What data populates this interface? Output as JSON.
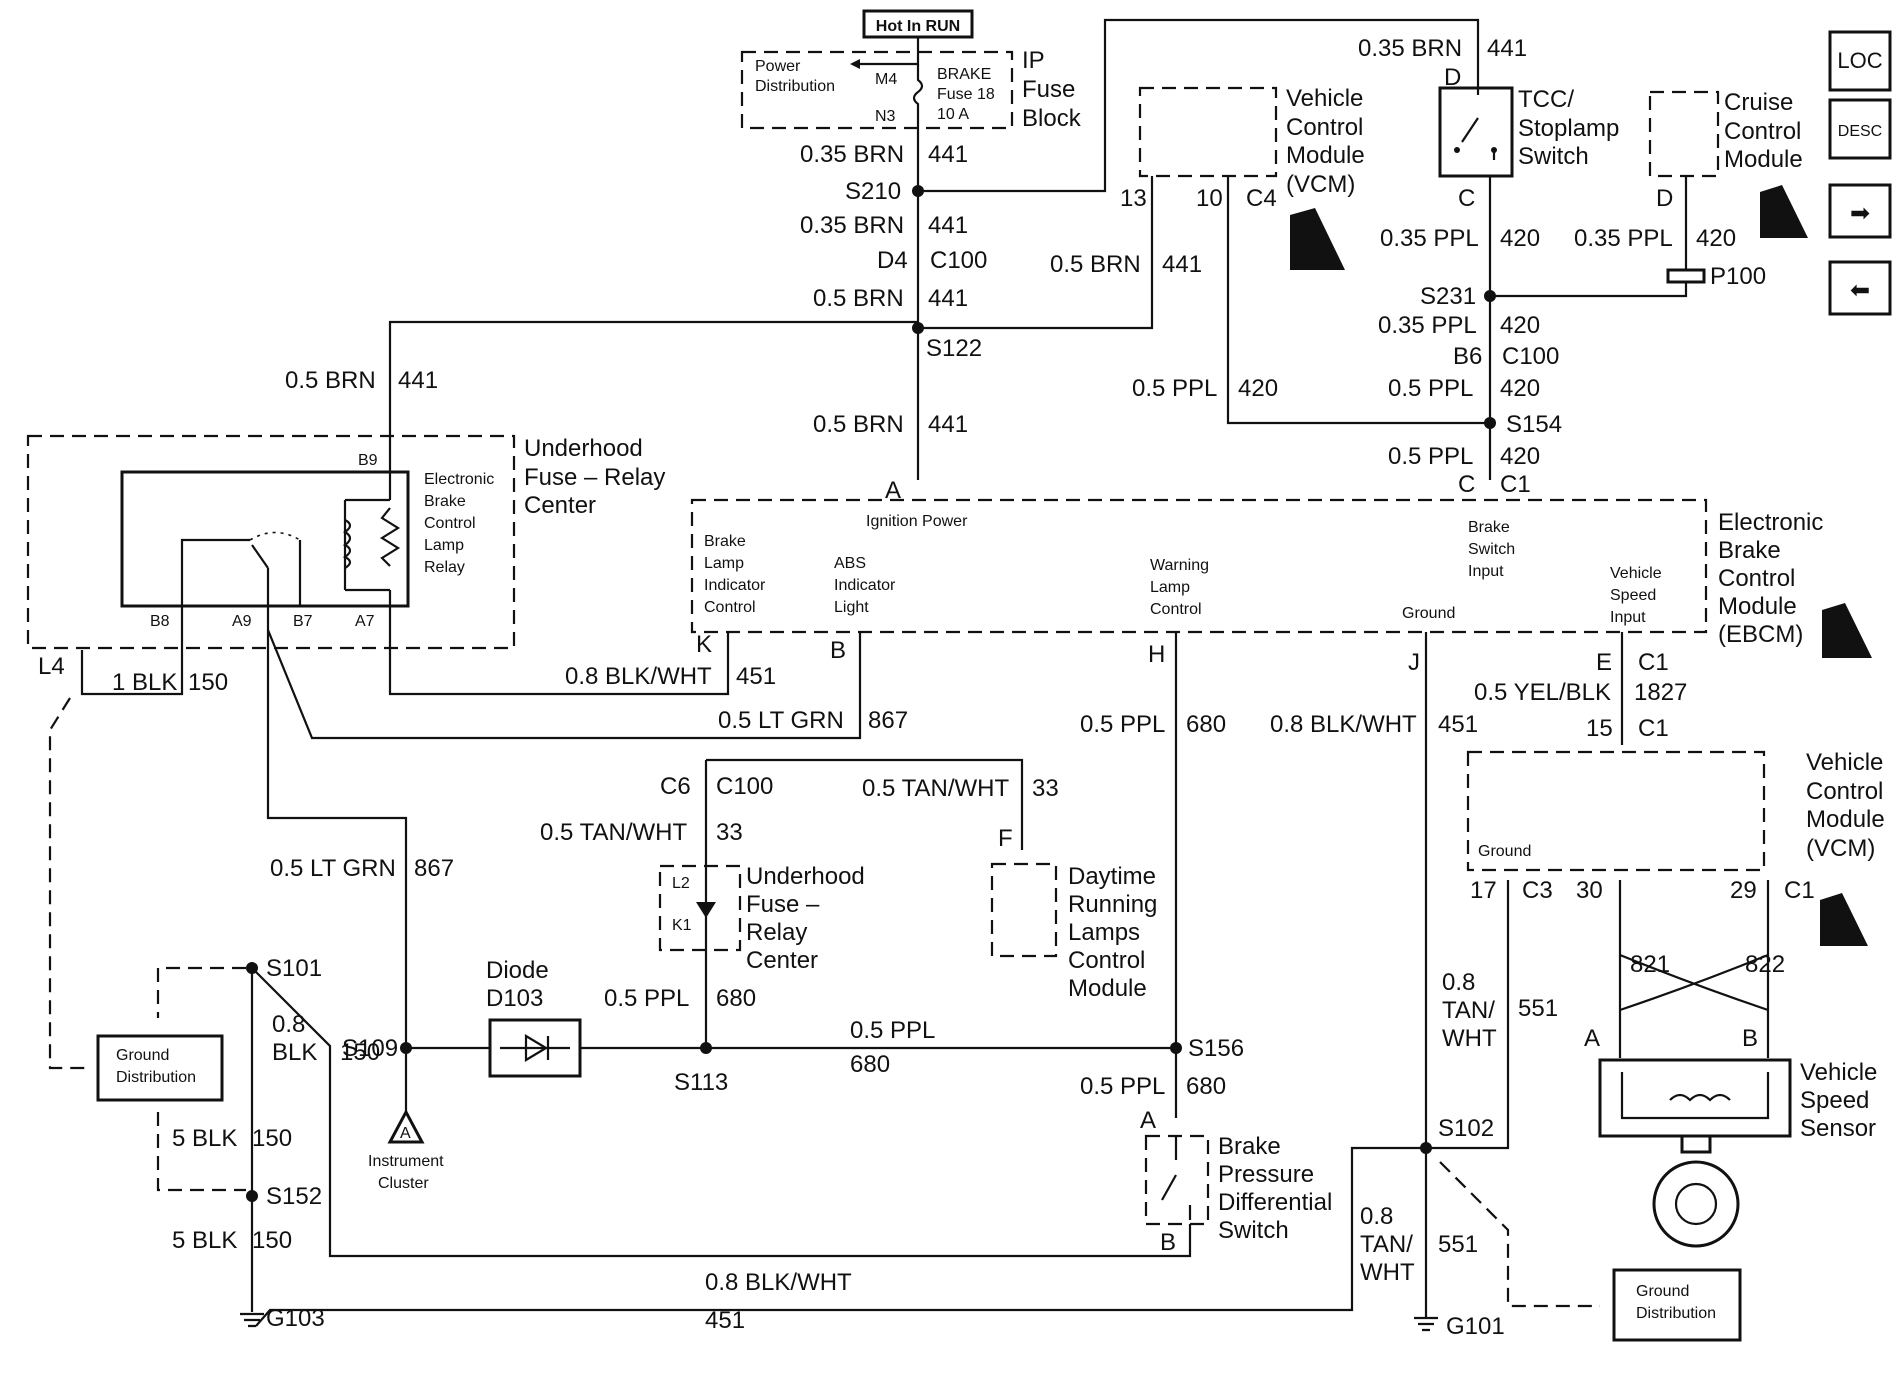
{
  "header": {
    "hot_in_run": "Hot In RUN"
  },
  "nav_icons": [
    {
      "name": "loc-icon",
      "label": "LOC"
    },
    {
      "name": "desc-icon",
      "label": "DESC"
    },
    {
      "name": "next-arrow-icon",
      "label": "➡"
    },
    {
      "name": "prev-arrow-icon",
      "label": "⬅"
    }
  ],
  "components": {
    "ip_fuse_block": [
      "IP",
      "Fuse",
      "Block"
    ],
    "power_distribution": [
      "Power",
      "Distribution"
    ],
    "brake_fuse": [
      "BRAKE",
      "Fuse 18",
      "10 A"
    ],
    "vcm_top": [
      "Vehicle",
      "Control",
      "Module",
      "(VCM)"
    ],
    "tcc_switch": [
      "TCC/",
      "Stoplamp",
      "Switch"
    ],
    "cruise_module": [
      "Cruise",
      "Control",
      "Module"
    ],
    "underhood_relay_center": [
      "Underhood",
      "Fuse – Relay",
      "Center"
    ],
    "ebcm_relay": [
      "Electronic",
      "Brake",
      "Control",
      "Lamp",
      "Relay"
    ],
    "ebcm": [
      "Electronic",
      "Brake",
      "Control",
      "Module",
      "(EBCM)"
    ],
    "ebcm_inputs": {
      "brake_lamp": [
        "Brake",
        "Lamp",
        "Indicator",
        "Control"
      ],
      "abs": [
        "ABS",
        "Indicator",
        "Light"
      ],
      "ignition": "Ignition Power",
      "warning": [
        "Warning",
        "Lamp",
        "Control"
      ],
      "ground": "Ground",
      "brake_switch": [
        "Brake",
        "Switch",
        "Input"
      ],
      "vss": [
        "Vehicle",
        "Speed",
        "Input"
      ]
    },
    "underhood_center_2": [
      "Underhood",
      "Fuse –",
      "Relay",
      "Center"
    ],
    "drl_module": [
      "Daytime",
      "Running",
      "Lamps",
      "Control",
      "Module"
    ],
    "vcm_bottom": [
      "Vehicle",
      "Control",
      "Module",
      "(VCM)"
    ],
    "vcm_ground": "Ground",
    "diode": [
      "Diode",
      "D103"
    ],
    "instrument_cluster": [
      "Instrument",
      "Cluster"
    ],
    "ground_distribution": [
      "Ground",
      "Distribution"
    ],
    "brake_pressure_switch": [
      "Brake",
      "Pressure",
      "Differential",
      "Switch"
    ],
    "vehicle_speed_sensor": [
      "Vehicle",
      "Speed",
      "Sensor"
    ]
  },
  "labels": {
    "w_035brn": "0.35 BRN",
    "w_05brn": "0.5 BRN",
    "c441": "441",
    "w_035ppl": "0.35 PPL",
    "w_05ppl": "0.5 PPL",
    "c420": "420",
    "w_1blk": "1 BLK",
    "w_5blk": "5 BLK",
    "w_08blk": "0.8",
    "w_blk": "BLK",
    "c150": "150",
    "w_08blkwht": "0.8 BLK/WHT",
    "c451": "451",
    "w_05ltgrn": "0.5 LT GRN",
    "c867": "867",
    "c680": "680",
    "w_05tanwht": "0.5 TAN/WHT",
    "c33": "33",
    "w_05yelblk": "0.5 YEL/BLK",
    "c1827": "1827",
    "w_08": "0.8",
    "w_tan": "TAN/",
    "w_wht": "WHT",
    "c551": "551",
    "c821": "821",
    "c822": "822",
    "s210": "S210",
    "s122": "S122",
    "s231": "S231",
    "s154": "S154",
    "s101": "S101",
    "s152": "S152",
    "s109": "S109",
    "s113": "S113",
    "s156": "S156",
    "s102": "S102",
    "g103": "G103",
    "g101": "G101",
    "c100": "C100",
    "c4": "C4",
    "c1": "C1",
    "c3": "C3",
    "p100": "P100",
    "m4": "M4",
    "n3": "N3",
    "d4": "D4",
    "b6": "B6",
    "c6": "C6",
    "pinA": "A",
    "pinB": "B",
    "pinC": "C",
    "pinD": "D",
    "pinE": "E",
    "pinF": "F",
    "pinH": "H",
    "pinJ": "J",
    "pinK": "K",
    "p13": "13",
    "p10": "10",
    "p15": "15",
    "p17": "17",
    "p29": "29",
    "p30": "30",
    "b9": "B9",
    "b8": "B8",
    "a9": "A9",
    "b7": "B7",
    "a7": "A7",
    "l4": "L4",
    "l2": "L2",
    "k1": "K1"
  }
}
